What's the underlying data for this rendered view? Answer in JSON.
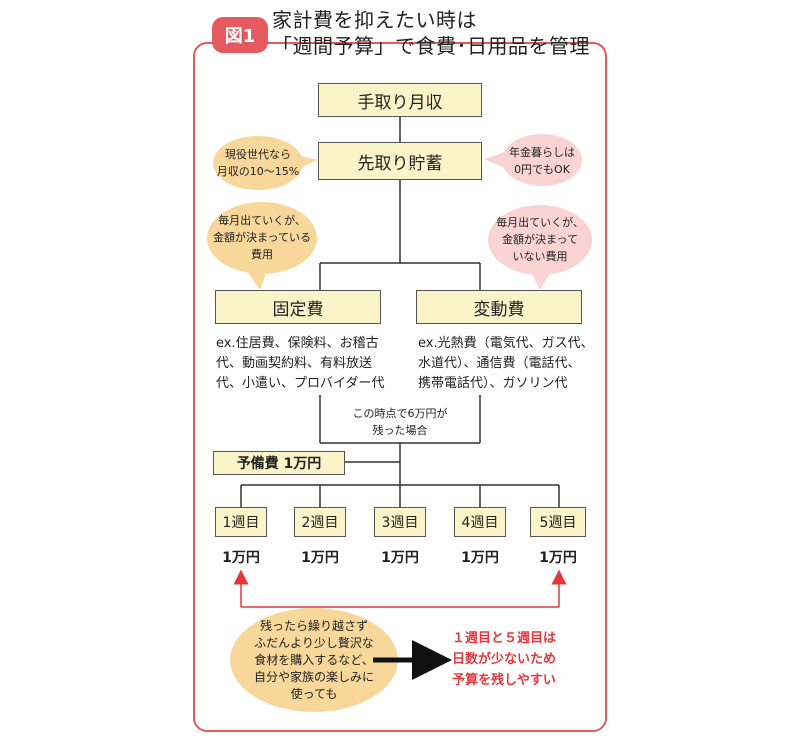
{
  "header": {
    "badge": "図1",
    "title_line1": "家計費を抑えたい時は",
    "title_line2": "「週間予算」で食費･日用品を管理"
  },
  "flow": {
    "income": "手取り月収",
    "savings": "先取り貯蓄",
    "fixed": "固定費",
    "variable": "変動費",
    "reserve": "予備費 1万円",
    "fixed_examples": [
      "ex.住居費、保険料、お稽古",
      "代、動画契約料、有料放送",
      "代、小遣い、プロバイダー代"
    ],
    "variable_examples": [
      "ex.光熱費（電気代、ガス代、",
      "水道代）、通信費（電話代、",
      "携帯電話代）、ガソリン代"
    ],
    "remaining_note": [
      "この時点で6万円が",
      "残った場合"
    ],
    "weeks": [
      {
        "label": "1週目",
        "amount": "1万円"
      },
      {
        "label": "2週目",
        "amount": "1万円"
      },
      {
        "label": "3週目",
        "amount": "1万円"
      },
      {
        "label": "4週目",
        "amount": "1万円"
      },
      {
        "label": "5週目",
        "amount": "1万円"
      }
    ]
  },
  "bubbles": {
    "savings_left": [
      "現役世代なら",
      "月収の10〜15%"
    ],
    "savings_right": [
      "年金暮らしは",
      "0円でもOK"
    ],
    "fixed_note": [
      "毎月出ていくが、",
      "金額が決まっている",
      "費用"
    ],
    "variable_note": [
      "毎月出ていくが、",
      "金額が決まって",
      "いない費用"
    ],
    "carryover": [
      "残ったら繰り越さず",
      "ふだんより少し贅沢な",
      "食材を購入するなど、",
      "自分や家族の楽しみに",
      "使っても"
    ]
  },
  "callout": [
    "１週目と５週目は",
    "日数が少ないため",
    "予算を残しやすい"
  ],
  "colors": {
    "accent_red": "#e45a5e",
    "box_fill": "#fbf4c9",
    "bubble_orange": "#f8d79a",
    "bubble_pink": "#f9d4d2"
  }
}
